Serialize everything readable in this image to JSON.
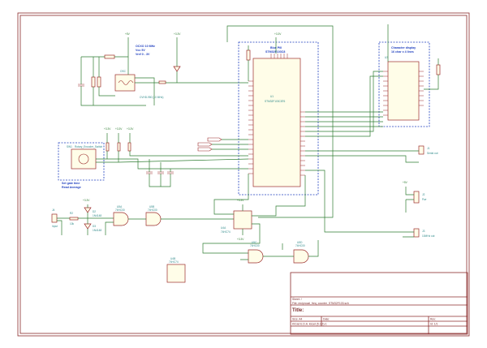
{
  "notes": {
    "ocxo": [
      "OCXO 10 MHz",
      "Vcc 5V",
      "Vref 0 - 3V"
    ],
    "bluepill": [
      "Blue Pill",
      "STM32F103C8"
    ],
    "display": [
      "Character display",
      "16 char x 4 lines"
    ],
    "gatetime": [
      "Set gate time",
      "Read Average"
    ]
  },
  "refs": {
    "osc": "OSC",
    "osc_value": "CVHD-950 (10 MHz)",
    "u1": "U1",
    "u1_value": "STM32F103C8T6",
    "u3": "U3",
    "sw1": "SW1",
    "sw1_value": "Rotary_Encoder_Switch",
    "d2": "D2",
    "d2_value": "1N4148",
    "d3": "D3",
    "d3_value": "1N4148",
    "u5a": "U5A",
    "u5a_value": "74HC00",
    "u5b": "U5B",
    "u5b_value": "74HC00",
    "u4a": "U4A",
    "u4a_value": "74HC74",
    "u5c": "U5C",
    "u5c_value": "74HC00",
    "u5d": "U5D",
    "u5d_value": "74HC00",
    "u4b": "U4B",
    "u4b_value": "74HC74",
    "j4": "J4",
    "j4_value": "Input",
    "r2": "R2",
    "r2_value": "10k",
    "j1": "J1",
    "j1_value": "Serial out",
    "j2": "J2",
    "j2_value": "Pwr",
    "j3": "J3",
    "j3_value": "10MHz out",
    "r8": "R8",
    "r8_value": "10k"
  },
  "power": {
    "v33": "+3.3V",
    "v5": "+5V"
  },
  "title_block": {
    "sheet": "Sheet: /",
    "file": "File: reciprocal_freq_counter_STM32F103.sch",
    "title_label": "Title:",
    "size_label": "Size: A4",
    "date_label": "Date:",
    "rev_label": "Rev:",
    "kicad": "KiCad E.D.A.  kicad (5.1.6)-1",
    "id": "Id: 1/1"
  }
}
